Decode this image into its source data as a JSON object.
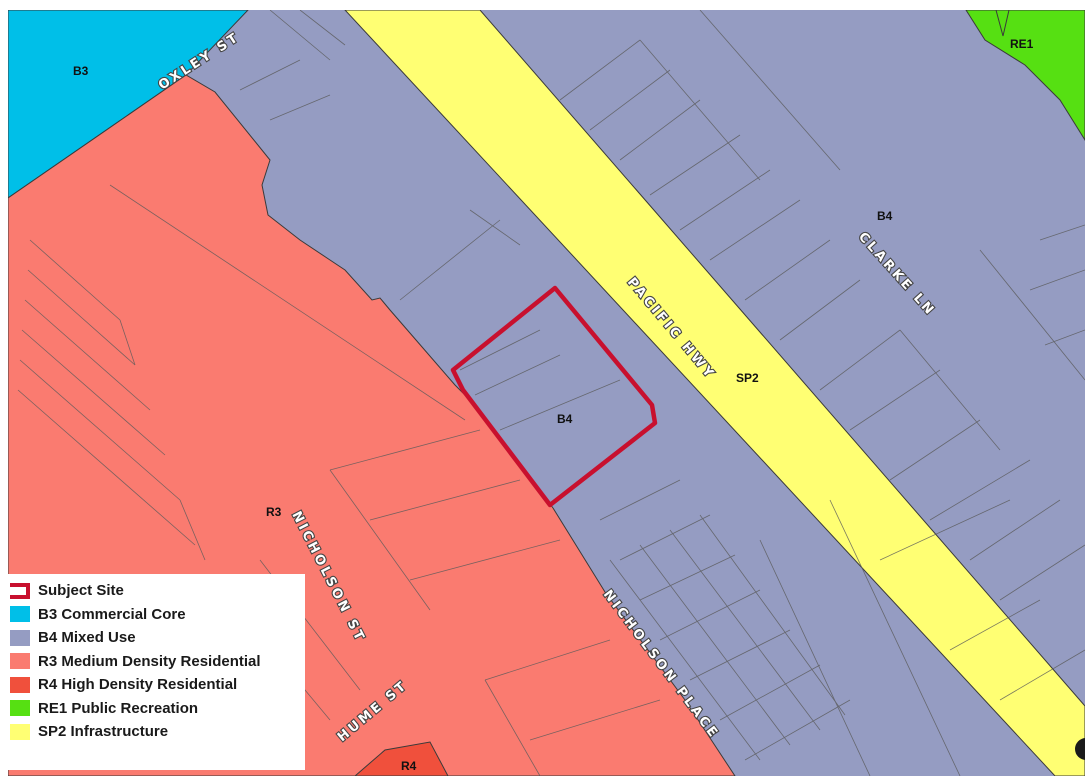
{
  "zones": {
    "b3_label": "B3",
    "re1_label": "RE1",
    "b4_label_top": "B4",
    "b4_label_site": "B4",
    "sp2_label": "SP2",
    "r3_label": "R3",
    "r4_label": "R4"
  },
  "streets": {
    "oxley": "OXLEY ST",
    "pacific": "PACIFIC HWY",
    "clarke": "CLARKE LN",
    "nicholson_st": "NICHOLSON ST",
    "nicholson_place": "NICHOLSON PLACE",
    "hume": "HUME ST"
  },
  "legend": {
    "items": [
      {
        "label": "Subject Site",
        "color": "#c8102e",
        "type": "outline"
      },
      {
        "label": "B3 Commercial Core",
        "color": "#00bfe8",
        "type": "fill"
      },
      {
        "label": "B4 Mixed Use",
        "color": "#959cc2",
        "type": "fill"
      },
      {
        "label": "R3 Medium Density Residential",
        "color": "#fa7b70",
        "type": "fill"
      },
      {
        "label": "R4 High Density Residential",
        "color": "#f0503c",
        "type": "fill"
      },
      {
        "label": "RE1 Public Recreation",
        "color": "#56e012",
        "type": "fill"
      },
      {
        "label": "SP2 Infrastructure",
        "color": "#ffff73",
        "type": "fill"
      }
    ]
  },
  "colors": {
    "b3": "#00bfe8",
    "b4": "#959cc2",
    "r3": "#fa7b70",
    "r4": "#f0503c",
    "re1": "#56e012",
    "sp2": "#ffff73",
    "subject_outline": "#c8102e"
  }
}
